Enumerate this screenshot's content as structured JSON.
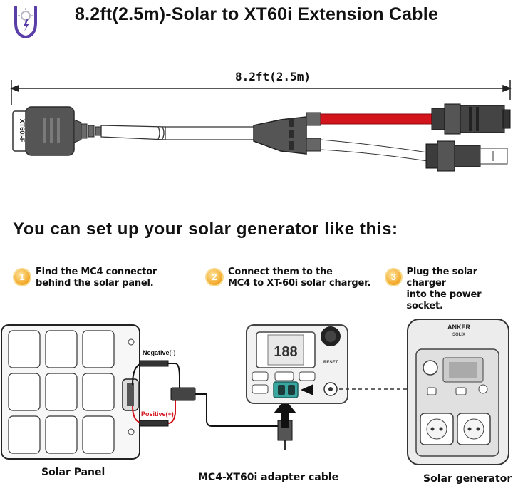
{
  "title": "8.2ft(2.5m)-Solar to XT60i Extension Cable",
  "dimension_label": "8.2ft(2.5m)",
  "connector_label": "XT60i-F",
  "subheading": "You can set up your solar generator like this:",
  "steps": [
    {
      "number": "1",
      "line1": "Find the MC4 connector",
      "line2": "behind the solar panel."
    },
    {
      "number": "2",
      "line1": "Connect them to the",
      "line2": "MC4 to XT-60i solar charger."
    },
    {
      "number": "3",
      "line1": "Plug the solar charger",
      "line2": "into the power socket."
    }
  ],
  "wiring": {
    "negative_label": "Negative(-)",
    "positive_label": "Positive(+)",
    "negative_color": "#111111",
    "positive_color": "#d4141c"
  },
  "device": {
    "reset_label": "RESET",
    "display_value": "188"
  },
  "generator": {
    "brand": "ANKER",
    "sub_brand": "SOLIX"
  },
  "captions": {
    "solar_panel": "Solar Panel",
    "adapter_cable": "MC4-XT60i adapter cable",
    "solar_generator": "Solar generator"
  },
  "colors": {
    "cable_red": "#d4141c",
    "accent_orange": "#f2a623",
    "logo_purple": "#5a3ea8"
  }
}
